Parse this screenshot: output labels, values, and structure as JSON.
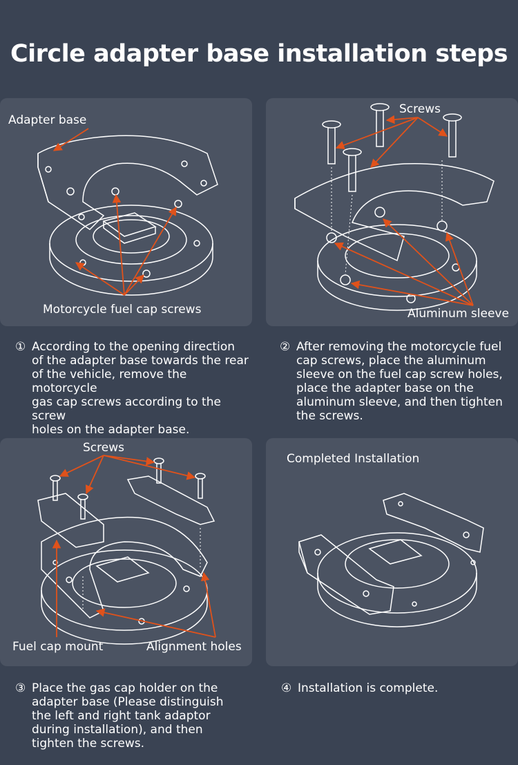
{
  "title": "Circle adapter base installation steps",
  "colors": {
    "background": "#3a4353",
    "panel": "#4b5362",
    "arrow": "#e0521b"
  },
  "panels": [
    {
      "labels": {
        "top": "Adapter base",
        "bottom": "Motorcycle fuel cap screws"
      }
    },
    {
      "labels": {
        "top": "Screws",
        "bottom": "Aluminum sleeve"
      }
    },
    {
      "labels": {
        "top": "Screws",
        "left": "Fuel cap mount",
        "right": "Alignment holes"
      }
    },
    {
      "labels": {
        "top": "Completed Installation"
      }
    }
  ],
  "steps": [
    {
      "num": "①",
      "text": "According to the opening direction\nof the adapter base towards the rear\nof the vehicle, remove the motorcycle\ngas cap screws according to the screw\nholes on the adapter base."
    },
    {
      "num": "②",
      "text": "After removing the motorcycle fuel\ncap screws, place the aluminum\nsleeve on the fuel cap screw holes,\nplace the adapter base on the\naluminum sleeve, and then tighten\nthe screws."
    },
    {
      "num": "③",
      "text": "Place the gas cap holder on the\nadapter base (Please distinguish\nthe left and right tank adaptor\nduring installation), and then\ntighten the screws."
    },
    {
      "num": "④",
      "text": "Installation is complete."
    }
  ]
}
